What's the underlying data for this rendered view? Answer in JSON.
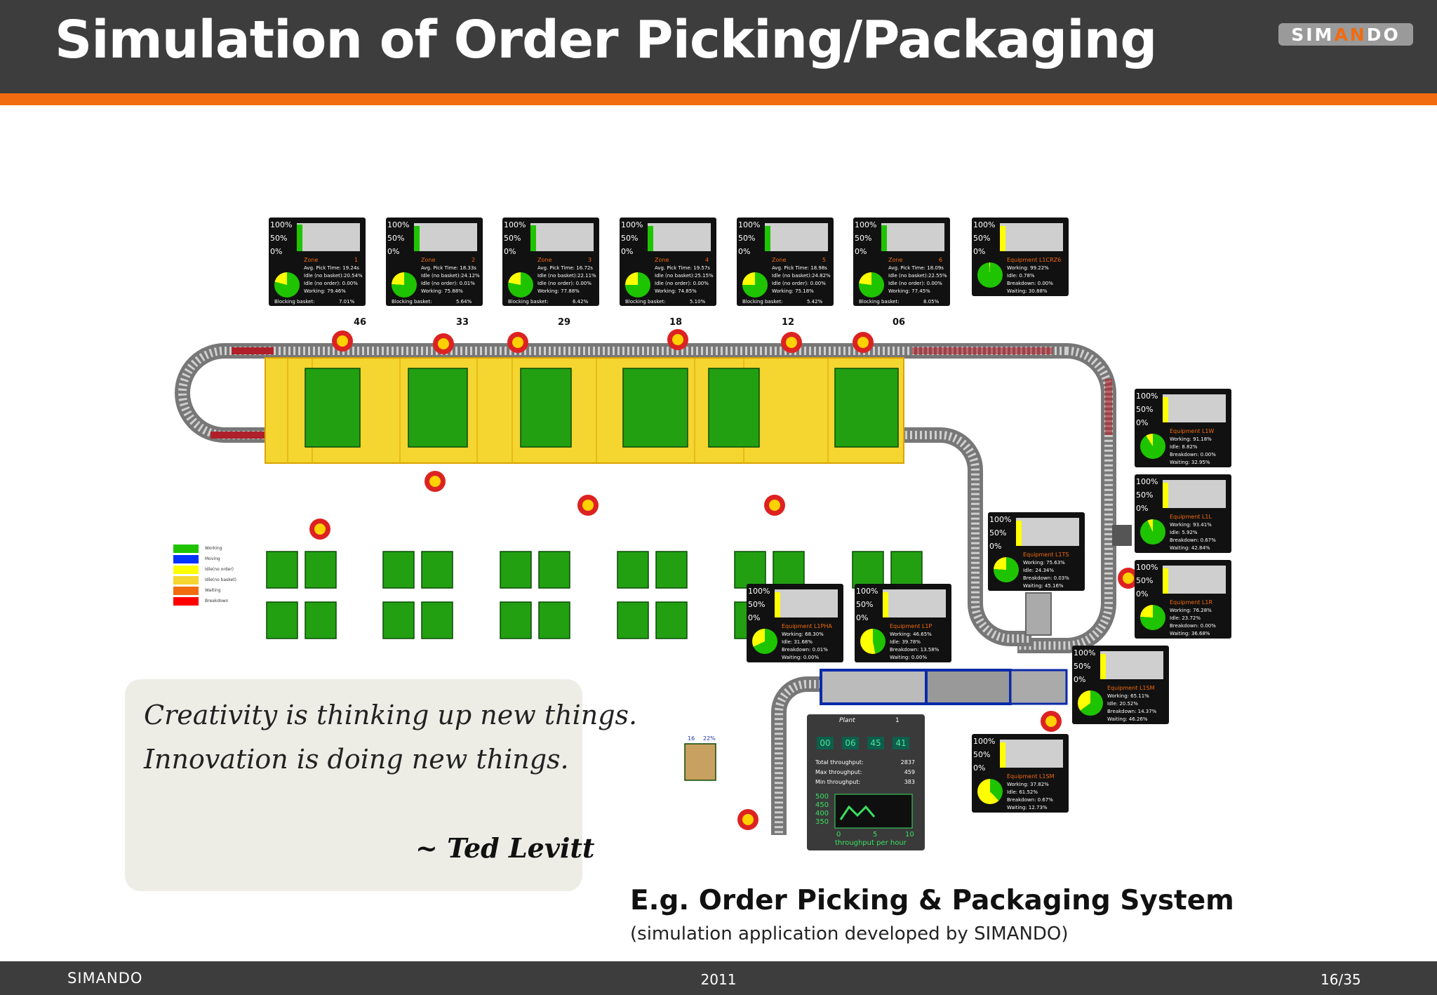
{
  "header": {
    "title": "Simulation of Order Picking/Packaging",
    "logo": {
      "part1": "SIM",
      "part2": "AN",
      "part3": "DO"
    }
  },
  "colors": {
    "header_bg": "#3d3d3d",
    "accent": "#f26b0f",
    "working": "#1fc400",
    "moving": "#0033ff",
    "idle": "#ffff00",
    "waiting": "#f26b0f",
    "breakdown": "#ff0000"
  },
  "footer": {
    "brand": "SIMANDO",
    "year": "2011",
    "page": "16/35"
  },
  "quote": {
    "line1": "Creativity is thinking up new things.",
    "line2": "Innovation is doing new things.",
    "author": "~  Ted Levitt"
  },
  "caption": {
    "title": "E.g. Order Picking & Packaging System",
    "subtitle": "(simulation application developed by SIMANDO)"
  },
  "percent_labels": [
    "100%",
    "50%",
    "0%"
  ],
  "zones": [
    {
      "label": "Zone",
      "id": "1",
      "lines": [
        "Avg. Pick Time:  19.24s",
        "Idle (no basket):20.54%",
        "Idle (no order):   0.00%",
        "Working:           79.46%"
      ],
      "blocking": "Blocking basket:",
      "blocking_value": "7.01%",
      "working_fraction": 0.79,
      "level": 0.95
    },
    {
      "label": "Zone",
      "id": "2",
      "lines": [
        "Avg. Pick Time:  18.33s",
        "Idle (no basket):24.12%",
        "Idle (no order):   0.01%",
        "Working:           75.88%"
      ],
      "blocking": "Blocking basket:",
      "blocking_value": "5.64%",
      "working_fraction": 0.76,
      "level": 0.9
    },
    {
      "label": "Zone",
      "id": "3",
      "lines": [
        "Avg. Pick Time:  16.72s",
        "Idle (no basket):22.11%",
        "Idle (no order):   0.00%",
        "Working:           77.88%"
      ],
      "blocking": "Blocking basket:",
      "blocking_value": "6.42%",
      "working_fraction": 0.78,
      "level": 0.92
    },
    {
      "label": "Zone",
      "id": "4",
      "lines": [
        "Avg. Pick Time:  19.57s",
        "Idle (no basket):25.15%",
        "Idle (no order):   0.00%",
        "Working:           74.85%"
      ],
      "blocking": "Blocking basket:",
      "blocking_value": "5.10%",
      "working_fraction": 0.75,
      "level": 0.9
    },
    {
      "label": "Zone",
      "id": "5",
      "lines": [
        "Avg. Pick Time:  18.98s",
        "Idle (no basket):24.82%",
        "Idle (no order):   0.00%",
        "Working:           75.18%"
      ],
      "blocking": "Blocking basket:",
      "blocking_value": "5.42%",
      "working_fraction": 0.75,
      "level": 0.9
    },
    {
      "label": "Zone",
      "id": "6",
      "lines": [
        "Avg. Pick Time:  18.09s",
        "Idle (no basket):22.55%",
        "Idle (no order):   0.00%",
        "Working:           77.45%"
      ],
      "blocking": "Blocking basket:",
      "blocking_value": "8.05%",
      "working_fraction": 0.77,
      "level": 0.92
    }
  ],
  "equipment": [
    {
      "label": "Equipment L1CRZ6",
      "lines": [
        "Working:        99.22%",
        "Idle:              0.78%",
        "Breakdown:      0.00%",
        "Waiting:         30.88%"
      ],
      "working_fraction": 0.99
    },
    {
      "label": "Equipment    L1W",
      "lines": [
        "Working:       91.18%",
        "Idle:              8.82%",
        "Breakdown:     0.00%",
        "Waiting:        32.95%"
      ],
      "working_fraction": 0.91
    },
    {
      "label": "Equipment    L1L",
      "lines": [
        "Working:       93.41%",
        "Idle:              5.92%",
        "Breakdown:     0.67%",
        "Waiting:        42.84%"
      ],
      "working_fraction": 0.93
    },
    {
      "label": "Equipment    L1R",
      "lines": [
        "Working:       76.28%",
        "Idle:             23.72%",
        "Breakdown:     0.00%",
        "Waiting:        36.68%"
      ],
      "working_fraction": 0.76
    },
    {
      "label": "Equipment    L1TS",
      "lines": [
        "Working:       75.63%",
        "Idle:             24.34%",
        "Breakdown:     0.03%",
        "Waiting:        45.16%"
      ],
      "working_fraction": 0.76
    },
    {
      "label": "Equipment    L1PHA",
      "lines": [
        "Working:       68.30%",
        "Idle:             31.68%",
        "Breakdown:     0.01%",
        "Waiting:          0.00%"
      ],
      "working_fraction": 0.68
    },
    {
      "label": "Equipment    L1P",
      "lines": [
        "Working:       46.65%",
        "Idle:             39.78%",
        "Breakdown:    13.58%",
        "Waiting:          0.00%"
      ],
      "working_fraction": 0.47
    },
    {
      "label": "Equipment    L1SM",
      "lines": [
        "Working:       65.11%",
        "Idle:             20.52%",
        "Breakdown:    14.37%",
        "Waiting:        46.26%"
      ],
      "working_fraction": 0.65
    },
    {
      "label": "Equipment    L1SM",
      "lines": [
        "Working:       37.82%",
        "Idle:             61.52%",
        "Breakdown:     0.67%",
        "Waiting:        12.73%"
      ],
      "working_fraction": 0.38
    }
  ],
  "zone_numbers": [
    "46",
    "33",
    "29",
    "18",
    "12",
    "06"
  ],
  "legend": [
    "Working",
    "Moving",
    "Idle(no order)",
    "Idle(no basket)",
    "Waiting",
    "Breakdown"
  ],
  "plant": {
    "title": "Plant",
    "number": "1",
    "digits": [
      "00",
      "06",
      "45",
      "41"
    ],
    "metrics": [
      {
        "label": "Total throughput:",
        "value": "2837"
      },
      {
        "label": "Max throughput:",
        "value": "459"
      },
      {
        "label": "Min throughput:",
        "value": "383"
      }
    ],
    "y_ticks": [
      "500",
      "450",
      "400",
      "350"
    ],
    "x_ticks": [
      "0",
      "5",
      "10"
    ],
    "legend": "throughput per hour"
  },
  "pallet_label": {
    "left": "16",
    "right": "22%"
  }
}
